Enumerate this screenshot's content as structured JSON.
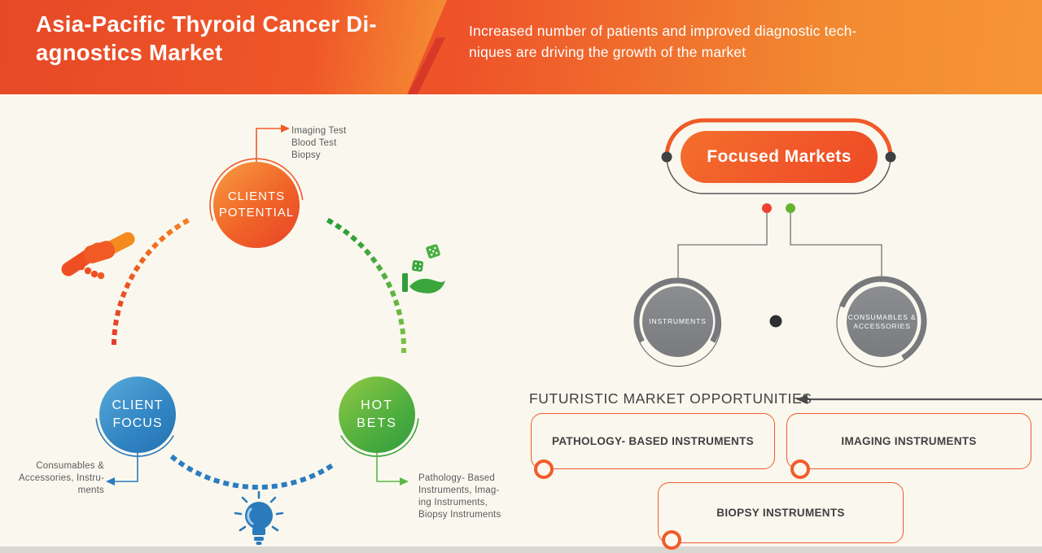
{
  "colors": {
    "background": "#faf8ee",
    "banner_gradient_left": "#e64927",
    "banner_gradient_right": "#f79a36",
    "accent_orange": "#f15a29",
    "accent_blue": "#2a7abc",
    "accent_green": "#3aa63c",
    "gray_circle": "#808285",
    "text_gray": "#595a5c",
    "text_dark": "#3f4041",
    "red_dot": "#ee4133",
    "green_dot": "#66b32e"
  },
  "header": {
    "title_lines": [
      "Asia-Pacific Thyroid Cancer Di-",
      "agnostics Market"
    ],
    "subtitle_lines": [
      "Increased number of patients and improved diagnostic tech-",
      "niques are driving the growth of the market"
    ]
  },
  "cycle": {
    "nodes": [
      {
        "label_lines": [
          "CLIENTS",
          "POTENTIAL"
        ],
        "callout_lines": [
          "Imaging Test",
          "Blood Test",
          "Biopsy"
        ]
      },
      {
        "label_lines": [
          "CLIENT",
          "FOCUS"
        ],
        "callout_lines": [
          "Consumables &",
          "Accessories, Instru-",
          "ments"
        ]
      },
      {
        "label_lines": [
          "HOT",
          "BETS"
        ],
        "callout_lines": [
          "Pathology- Based",
          "Instruments, Imag-",
          "ing Instruments,",
          "Biopsy Instruments"
        ]
      }
    ],
    "icons": {
      "handshake-icon": "orange handshake",
      "dice-hand-icon": "green hand catching dice",
      "lightbulb-icon": "blue glowing bulb"
    }
  },
  "focused_markets": {
    "title": "Focused Markets",
    "branches": [
      {
        "label_lines": [
          "INSTRUMENTS",
          ""
        ]
      },
      {
        "label_lines": [
          "CONSUMABLES &",
          "ACCESSORIES"
        ]
      }
    ]
  },
  "opportunities": {
    "heading": "FUTURISTIC MARKET OPPORTUNITIES",
    "boxes": [
      {
        "label": "PATHOLOGY- BASED INSTRUMENTS"
      },
      {
        "label": "IMAGING INSTRUMENTS"
      },
      {
        "label": "BIOPSY INSTRUMENTS"
      }
    ]
  }
}
